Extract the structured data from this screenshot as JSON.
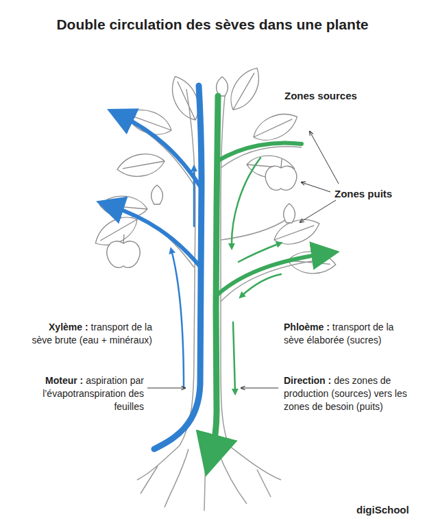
{
  "diagram": {
    "title": "Double circulation des sèves dans une plante",
    "labels": [
      "Zones sources",
      "Zones puits",
      "Xylème :",
      "transport de la sève brute (eau + minéraux)",
      "Moteur :",
      "aspiration par l’évapotranspiration des feuilles",
      "Phloème :",
      "transport de la sève élaborée (sucres)",
      "Direction :",
      "des zones de production (sources) vers les zones de besoin (puits)",
      "digiSchool"
    ]
  }
}
